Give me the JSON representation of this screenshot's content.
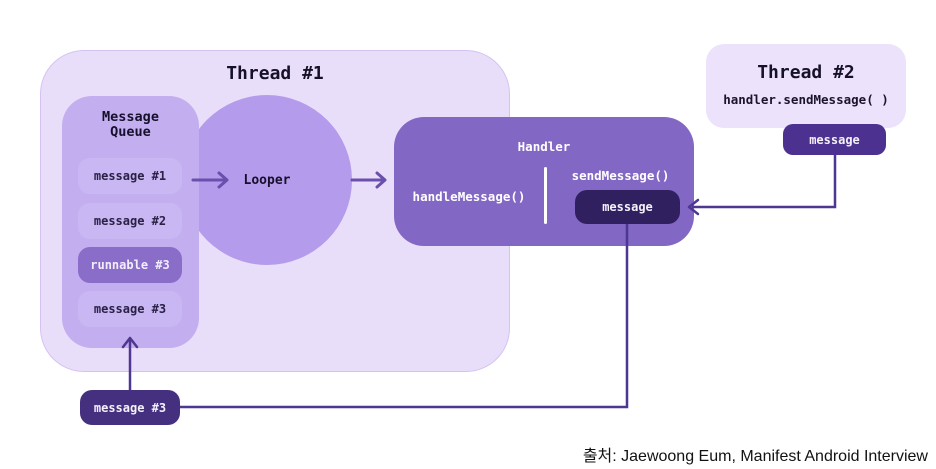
{
  "colors": {
    "arrow": "#6b4fad",
    "connector": "#4d3790",
    "thread1_fill": "#e9def9",
    "queue_fill": "#c3aeef",
    "light_chip_fill": "#c9b7f3",
    "runnable_chip_fill": "#8a6cc9",
    "looper_fill": "#b49bec",
    "handler_fill": "#8267c4",
    "handler_chip_fill": "#31205f",
    "thread2_fill": "#ece2fc",
    "thread2_chip_fill": "#4c3190",
    "bottom_chip_fill": "#44307f"
  },
  "thread1": {
    "title": "Thread #1"
  },
  "message_queue": {
    "title_line1": "Message",
    "title_line2": "Queue",
    "items": [
      {
        "label": "message #1",
        "variant": "light"
      },
      {
        "label": "message #2",
        "variant": "light"
      },
      {
        "label": "runnable #3",
        "variant": "dark"
      },
      {
        "label": "message #3",
        "variant": "light"
      }
    ]
  },
  "looper": {
    "label": "Looper"
  },
  "handler": {
    "title": "Handler",
    "left_method": "handleMessage()",
    "right_method": "sendMessage()",
    "chip_label": "message"
  },
  "thread2": {
    "title": "Thread #2",
    "code": "handler.sendMessage( )",
    "chip_label": "message"
  },
  "bottom_chip": {
    "label": "message #3"
  },
  "caption": "출처: Jaewoong Eum, Manifest Android Interview"
}
